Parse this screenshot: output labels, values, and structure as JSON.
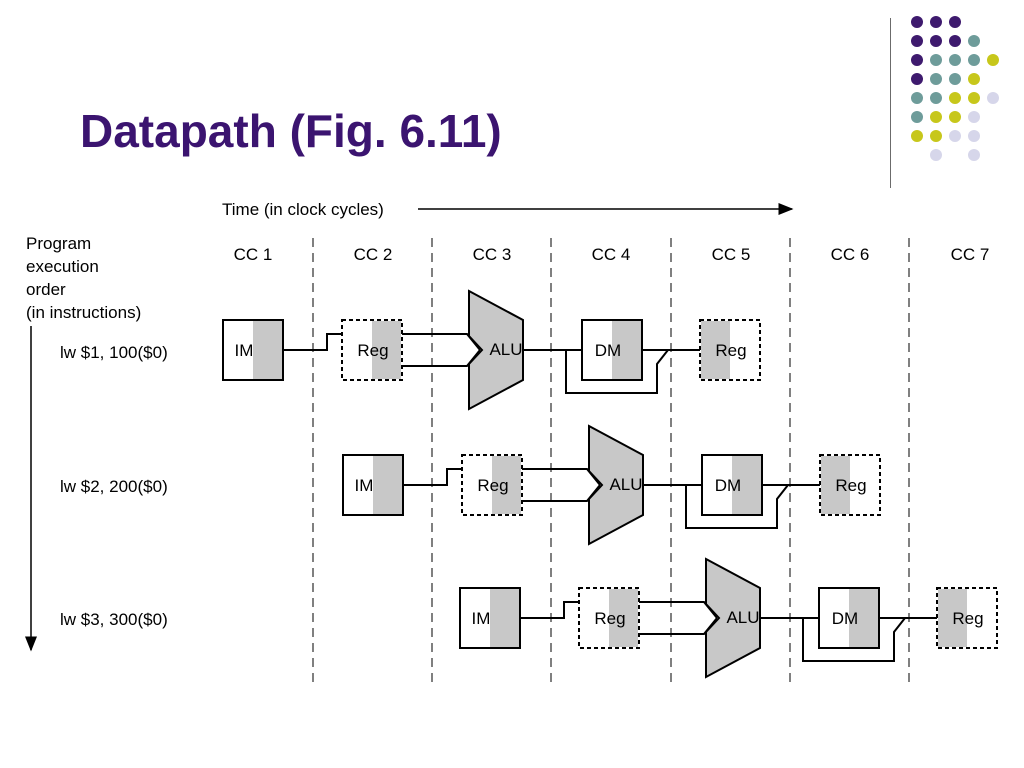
{
  "title": "Datapath (Fig. 6.11)",
  "colors": {
    "title": "#3b1470",
    "dot_purple": "#3e1a6e",
    "dot_teal": "#6e9c9a",
    "dot_yellow": "#c7c71b",
    "dot_lavender": "#d6d6ea",
    "unit_shade": "#c8c8c8",
    "alu_fill": "#c8c8c8"
  },
  "decoration": {
    "dots": [
      [
        "purple",
        "purple",
        "purple",
        "none",
        "none"
      ],
      [
        "purple",
        "purple",
        "purple",
        "teal",
        "none"
      ],
      [
        "purple",
        "teal",
        "teal",
        "teal",
        "yellow"
      ],
      [
        "purple",
        "teal",
        "teal",
        "yellow",
        "none"
      ],
      [
        "teal",
        "teal",
        "yellow",
        "yellow",
        "lavender"
      ],
      [
        "teal",
        "yellow",
        "yellow",
        "lavender",
        "none"
      ],
      [
        "yellow",
        "yellow",
        "lavender",
        "lavender",
        "none"
      ],
      [
        "none",
        "lavender",
        "none",
        "lavender",
        "none"
      ]
    ]
  },
  "diagram": {
    "time_label": "Time (in clock cycles)",
    "order_label": [
      "Program",
      "execution",
      "order",
      "(in instructions)"
    ],
    "cycles": [
      "CC 1",
      "CC 2",
      "CC 3",
      "CC 4",
      "CC 5",
      "CC 6",
      "CC 7"
    ],
    "instructions": [
      "lw $1, 100($0)",
      "lw $2, 200($0)",
      "lw $3, 300($0)"
    ],
    "units": {
      "im": "IM",
      "reg": "Reg",
      "alu": "ALU",
      "dm": "DM"
    }
  }
}
